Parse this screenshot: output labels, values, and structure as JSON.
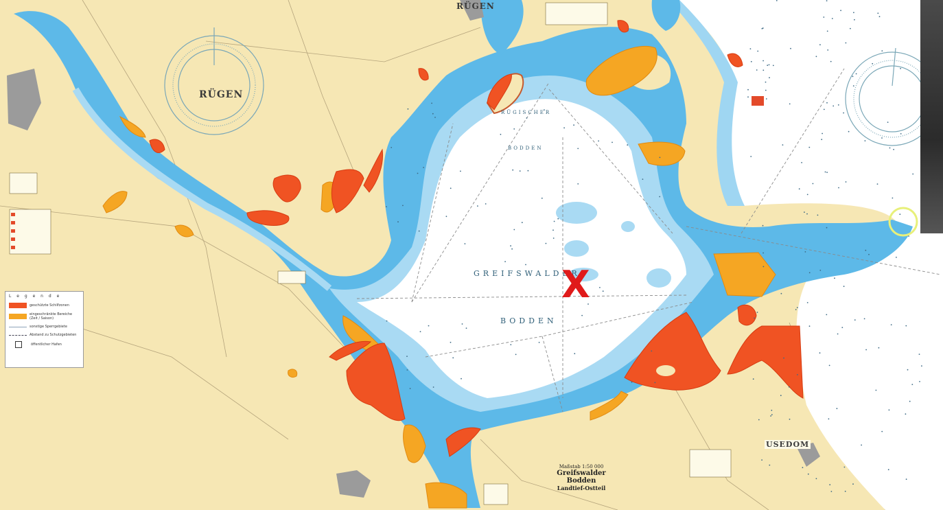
{
  "place_labels": [
    {
      "id": "ruegen-west",
      "text": "RÜGEN"
    },
    {
      "id": "ruegen-north",
      "text": "RÜGEN"
    },
    {
      "id": "usedom",
      "text": "USEDOM"
    }
  ],
  "water_labels": {
    "line1": "GREIFSWALDER",
    "line2": "BODDEN",
    "upper1": "RÜGISCHER",
    "upper2": "BODDEN"
  },
  "marker": {
    "text": "X",
    "color": "#e01a1a"
  },
  "legend": {
    "title": "L e g e n d e",
    "rows": [
      "geschützte Schilfzonen",
      "eingeschränkte Bereiche (Zeit / Saison)",
      "sonstige Sperrgebiete",
      "Abstand zu Schutzgebieten",
      "öffentlicher Hafen"
    ]
  },
  "title_block": {
    "scale": "Maßstab 1:50 000",
    "name": "Greifswalder Bodden",
    "subtitle": "Landtief-Ostteil"
  },
  "colors": {
    "land": "#f6e7b4",
    "shallow": "#5db9e8",
    "mid": "#a9daf3",
    "deep": "#ffffff",
    "reed": "#f05323",
    "restricted": "#f5a623"
  }
}
